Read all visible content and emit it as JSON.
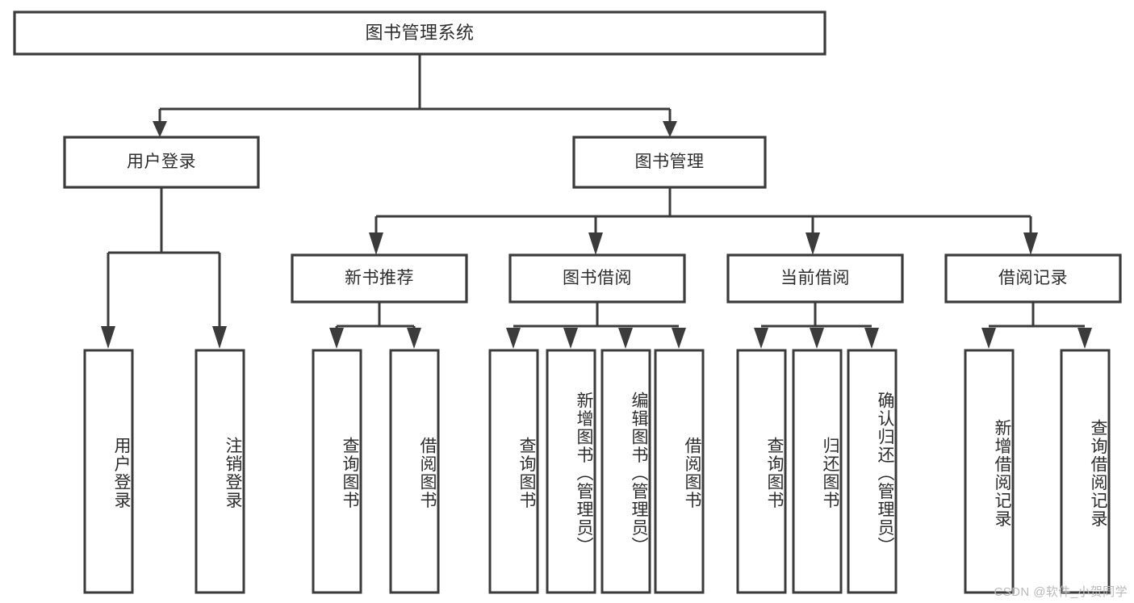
{
  "diagram": {
    "type": "tree-hierarchy",
    "title": "图书管理系统",
    "orientation": "top-down",
    "colors": {
      "stroke": "#3b3b3b",
      "fill": "#ffffff",
      "text": "#2d2d2d",
      "watermark": "#b9b9b9"
    },
    "levels": [
      {
        "level": 1,
        "nodes": [
          {
            "id": "root",
            "label": "图书管理系统",
            "orientation": "horizontal"
          }
        ]
      },
      {
        "level": 2,
        "nodes": [
          {
            "id": "user-login",
            "label": "用户登录",
            "orientation": "horizontal",
            "parent": "root"
          },
          {
            "id": "book-manage",
            "label": "图书管理",
            "orientation": "horizontal",
            "parent": "root"
          }
        ]
      },
      {
        "level": 3,
        "nodes": [
          {
            "id": "new-book-rec",
            "label": "新书推荐",
            "orientation": "horizontal",
            "parent": "book-manage"
          },
          {
            "id": "book-borrow",
            "label": "图书借阅",
            "orientation": "horizontal",
            "parent": "book-manage"
          },
          {
            "id": "current-borrow",
            "label": "当前借阅",
            "orientation": "horizontal",
            "parent": "book-manage"
          },
          {
            "id": "borrow-record",
            "label": "借阅记录",
            "orientation": "horizontal",
            "parent": "book-manage"
          }
        ]
      },
      {
        "level": 4,
        "nodes": [
          {
            "id": "leaf-user-login",
            "label": "用户登录",
            "orientation": "vertical",
            "parent": "user-login"
          },
          {
            "id": "leaf-user-logout",
            "label": "注销登录",
            "orientation": "vertical",
            "parent": "user-login"
          },
          {
            "id": "leaf-query-book-1",
            "label": "查询图书",
            "orientation": "vertical",
            "parent": "new-book-rec"
          },
          {
            "id": "leaf-borrow-book-1",
            "label": "借阅图书",
            "orientation": "vertical",
            "parent": "new-book-rec"
          },
          {
            "id": "leaf-query-book-2",
            "label": "查询图书",
            "orientation": "vertical",
            "parent": "book-borrow"
          },
          {
            "id": "leaf-add-book",
            "label": "新增图书（管理员）",
            "orientation": "vertical",
            "parent": "book-borrow"
          },
          {
            "id": "leaf-edit-book",
            "label": "编辑图书（管理员）",
            "orientation": "vertical",
            "parent": "book-borrow"
          },
          {
            "id": "leaf-borrow-book-2",
            "label": "借阅图书",
            "orientation": "vertical",
            "parent": "book-borrow"
          },
          {
            "id": "leaf-query-book-3",
            "label": "查询图书",
            "orientation": "vertical",
            "parent": "current-borrow"
          },
          {
            "id": "leaf-return-book",
            "label": "归还图书",
            "orientation": "vertical",
            "parent": "current-borrow"
          },
          {
            "id": "leaf-confirm-return",
            "label": "确认归还（管理员）",
            "orientation": "vertical",
            "parent": "current-borrow"
          },
          {
            "id": "leaf-add-record",
            "label": "新增借阅记录",
            "orientation": "vertical",
            "parent": "borrow-record"
          },
          {
            "id": "leaf-query-record",
            "label": "查询借阅记录",
            "orientation": "vertical",
            "parent": "borrow-record"
          }
        ]
      }
    ]
  },
  "watermark": {
    "text": "CSDN @软件_小贺同学"
  }
}
